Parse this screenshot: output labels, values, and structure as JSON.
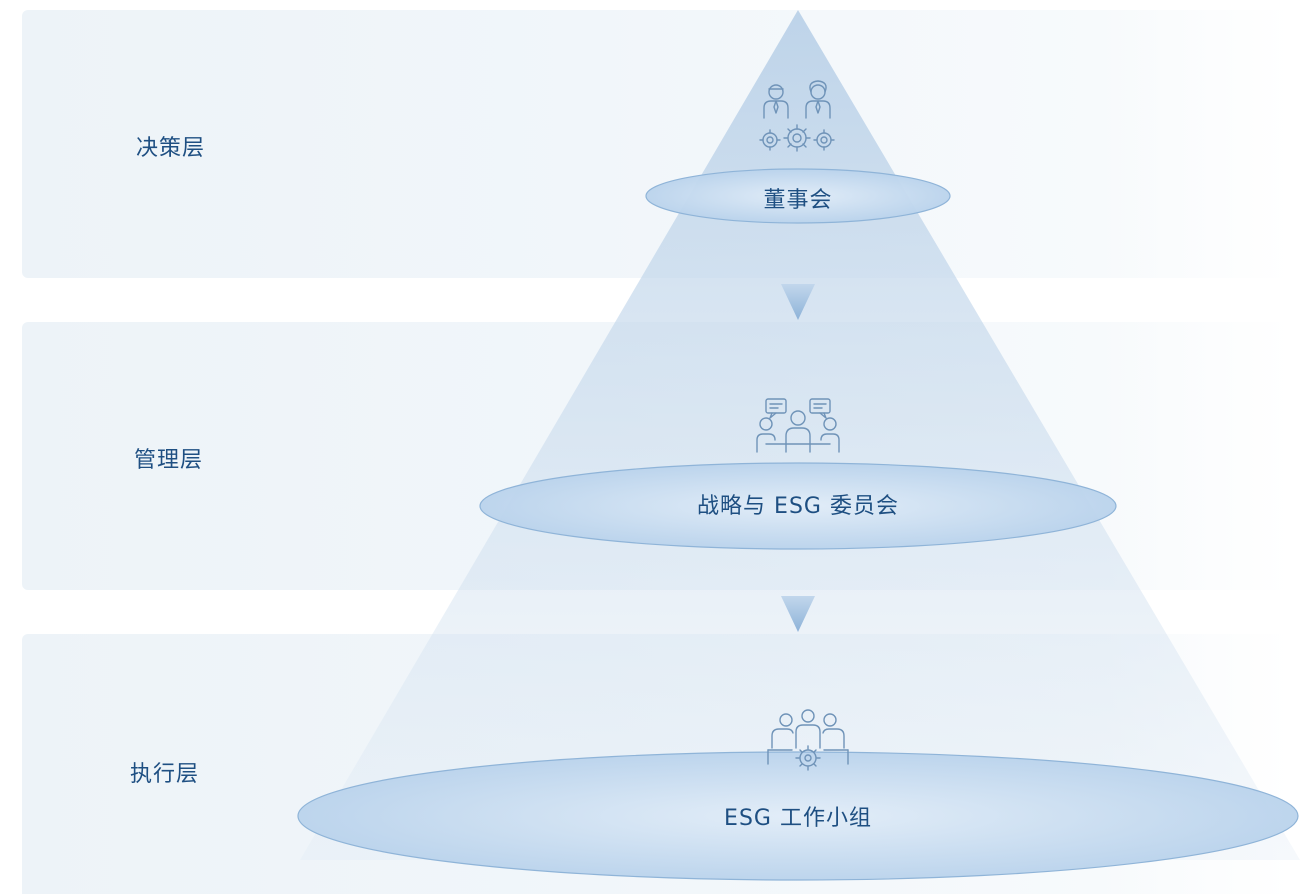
{
  "layers": [
    {
      "label": "决策层",
      "node": "董事会",
      "icon": "board-meeting-gears-icon"
    },
    {
      "label": "管理层",
      "node": "战略与 ESG 委员会",
      "icon": "committee-discussion-icon"
    },
    {
      "label": "执行层",
      "node": "ESG 工作小组",
      "icon": "working-group-gear-icon"
    }
  ],
  "colors": {
    "text": "#1e4f82",
    "ellipse_fill": "#c9def2",
    "ellipse_stroke": "#8fb4d8",
    "arrow": "#a9c8e6",
    "pyramid": "#bcd3ea",
    "icon_stroke": "#6f93b8"
  }
}
